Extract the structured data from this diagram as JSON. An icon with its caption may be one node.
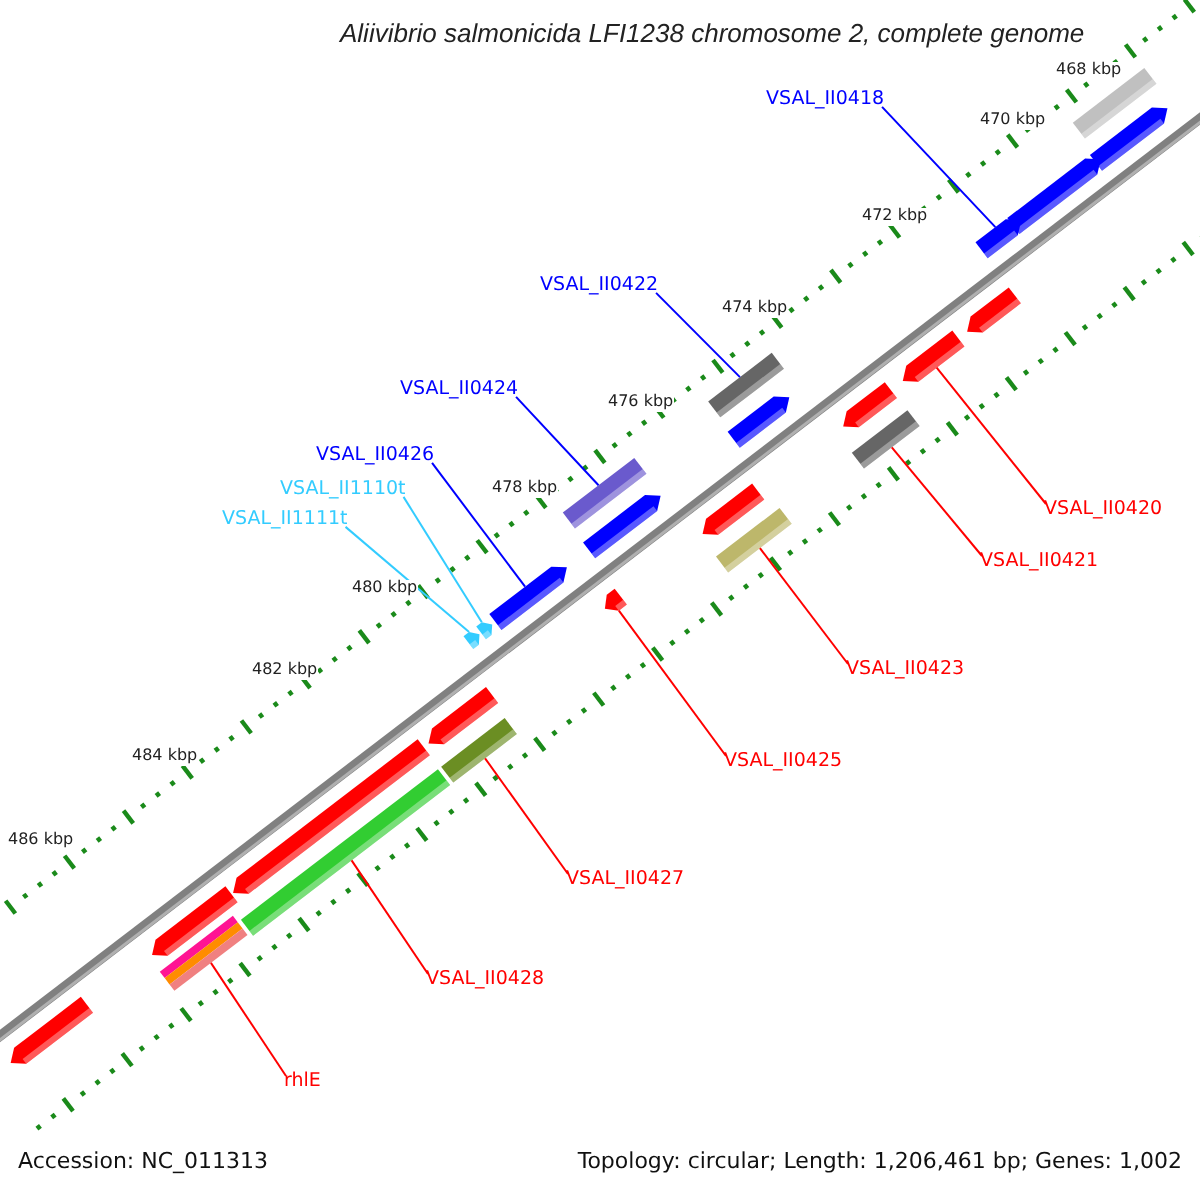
{
  "diagram": {
    "title": "Aliivibrio salmonicida LFI1238 chromosome 2, complete genome",
    "nodes": [
      {
        "text": [
          "VSAL_II0418"
        ]
      },
      {
        "text": [
          "VSAL_II0422"
        ]
      },
      {
        "text": [
          "VSAL_II0424"
        ]
      },
      {
        "text": [
          "VSAL_II0426"
        ]
      },
      {
        "text": [
          "VSAL_II1110t"
        ]
      },
      {
        "text": [
          "VSAL_II1111t"
        ]
      },
      {
        "text": [
          "VSAL_II0420"
        ]
      },
      {
        "text": [
          "VSAL_II0421"
        ]
      },
      {
        "text": [
          "VSAL_II0423"
        ]
      },
      {
        "text": [
          "VSAL_II0425"
        ]
      },
      {
        "text": [
          "VSAL_II0427"
        ]
      },
      {
        "text": [
          "VSAL_II0428"
        ]
      },
      {
        "text": [
          "rhlE"
        ]
      },
      {
        "text": [],
        "shape": "bar"
      },
      {
        "text": [],
        "shape": "arrow"
      },
      {
        "text": [],
        "shape": "arrow"
      },
      {
        "text": [],
        "shape": "arrow"
      },
      {
        "text": [],
        "shape": "bar"
      },
      {
        "text": [],
        "shape": "arrow"
      },
      {
        "text": [],
        "shape": "bar"
      },
      {
        "text": [],
        "shape": "arrow"
      },
      {
        "text": [],
        "shape": "arrow"
      },
      {
        "text": [],
        "shape": "arrow"
      },
      {
        "text": [],
        "shape": "arrow"
      },
      {
        "text": [],
        "shape": "arrow"
      },
      {
        "text": [],
        "shape": "arrow"
      },
      {
        "text": [],
        "shape": "arrow"
      },
      {
        "text": [],
        "shape": "bar"
      },
      {
        "text": [],
        "shape": "arrow"
      },
      {
        "text": [],
        "shape": "bar"
      },
      {
        "text": [],
        "shape": "arrow"
      },
      {
        "text": [],
        "shape": "arrow"
      },
      {
        "text": [],
        "shape": "bar"
      },
      {
        "text": [],
        "shape": "arrow"
      },
      {
        "text": [],
        "shape": "bar"
      },
      {
        "text": [],
        "shape": "arrow"
      },
      {
        "text": [],
        "shape": "bar"
      },
      {
        "text": [],
        "shape": "bar"
      },
      {
        "text": [],
        "shape": "bar"
      },
      {
        "text": [],
        "shape": "arrow"
      }
    ],
    "edges": [
      {
        "from": 0,
        "to": 16,
        "arrow": "none",
        "color": "#0000ff"
      },
      {
        "from": 1,
        "to": 17,
        "arrow": "none",
        "color": "#0000ff"
      },
      {
        "from": 2,
        "to": 19,
        "arrow": "none",
        "color": "#0000ff"
      },
      {
        "from": 3,
        "to": 21,
        "arrow": "none",
        "color": "#0000ff"
      },
      {
        "from": 4,
        "to": 23,
        "arrow": "none",
        "color": "#33ccff"
      },
      {
        "from": 5,
        "to": 22,
        "arrow": "none",
        "color": "#33ccff"
      },
      {
        "from": 6,
        "to": 25,
        "arrow": "none"
      },
      {
        "from": 7,
        "to": 27,
        "arrow": "none"
      },
      {
        "from": 8,
        "to": 29,
        "arrow": "none"
      },
      {
        "from": 9,
        "to": 30,
        "arrow": "none"
      },
      {
        "from": 10,
        "to": 32,
        "arrow": "none"
      },
      {
        "from": 11,
        "to": 34,
        "arrow": "none"
      },
      {
        "from": 12,
        "to": 38,
        "arrow": "none"
      }
    ],
    "labels": [
      "468 kbp",
      "470 kbp",
      "472 kbp",
      "474 kbp",
      "476 kbp",
      "478 kbp",
      "480 kbp",
      "482 kbp",
      "484 kbp",
      "486 kbp",
      "Accession: NC_011313",
      "Topology: circular; Length: 1,206,461 bp; Genes: 1,002"
    ]
  }
}
